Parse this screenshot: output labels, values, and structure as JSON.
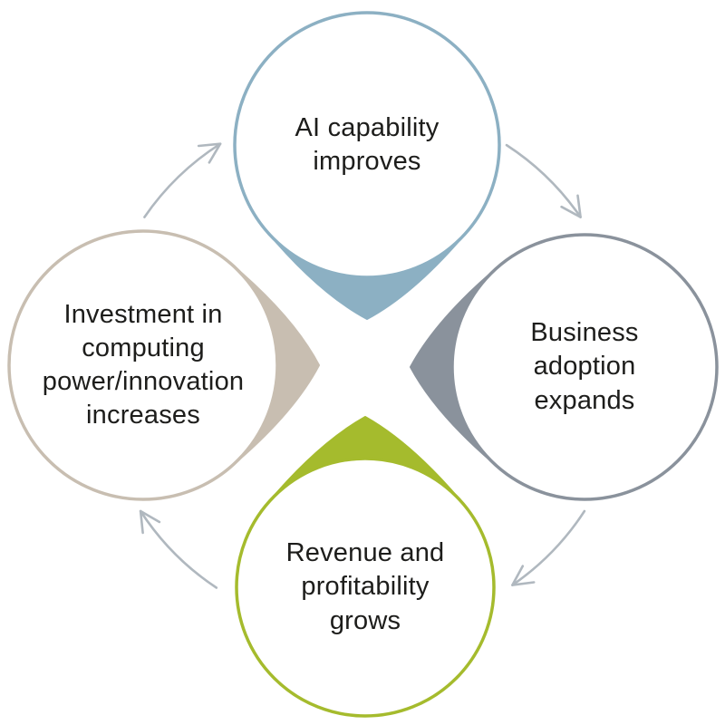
{
  "diagram": {
    "type": "cycle",
    "background": "#ffffff",
    "text_color": "#1d1d1b",
    "arrow_color": "#b0b8bf",
    "nodes": [
      {
        "id": "ai-capability",
        "position": "top",
        "label": "AI capability\nimproves",
        "color": "#8cb0c3"
      },
      {
        "id": "business-adoption",
        "position": "right",
        "label": "Business\nadoption\nexpands",
        "color": "#8a929c"
      },
      {
        "id": "revenue",
        "position": "bottom",
        "label": "Revenue and\nprofitability\ngrows",
        "color": "#a5bb2d"
      },
      {
        "id": "investment",
        "position": "left",
        "label": "Investment in\ncomputing\npower/innovation\nincreases",
        "color": "#c8beb1"
      }
    ],
    "arrows": [
      {
        "from": "investment",
        "to": "ai-capability"
      },
      {
        "from": "ai-capability",
        "to": "business-adoption"
      },
      {
        "from": "business-adoption",
        "to": "revenue"
      },
      {
        "from": "revenue",
        "to": "investment"
      }
    ]
  }
}
